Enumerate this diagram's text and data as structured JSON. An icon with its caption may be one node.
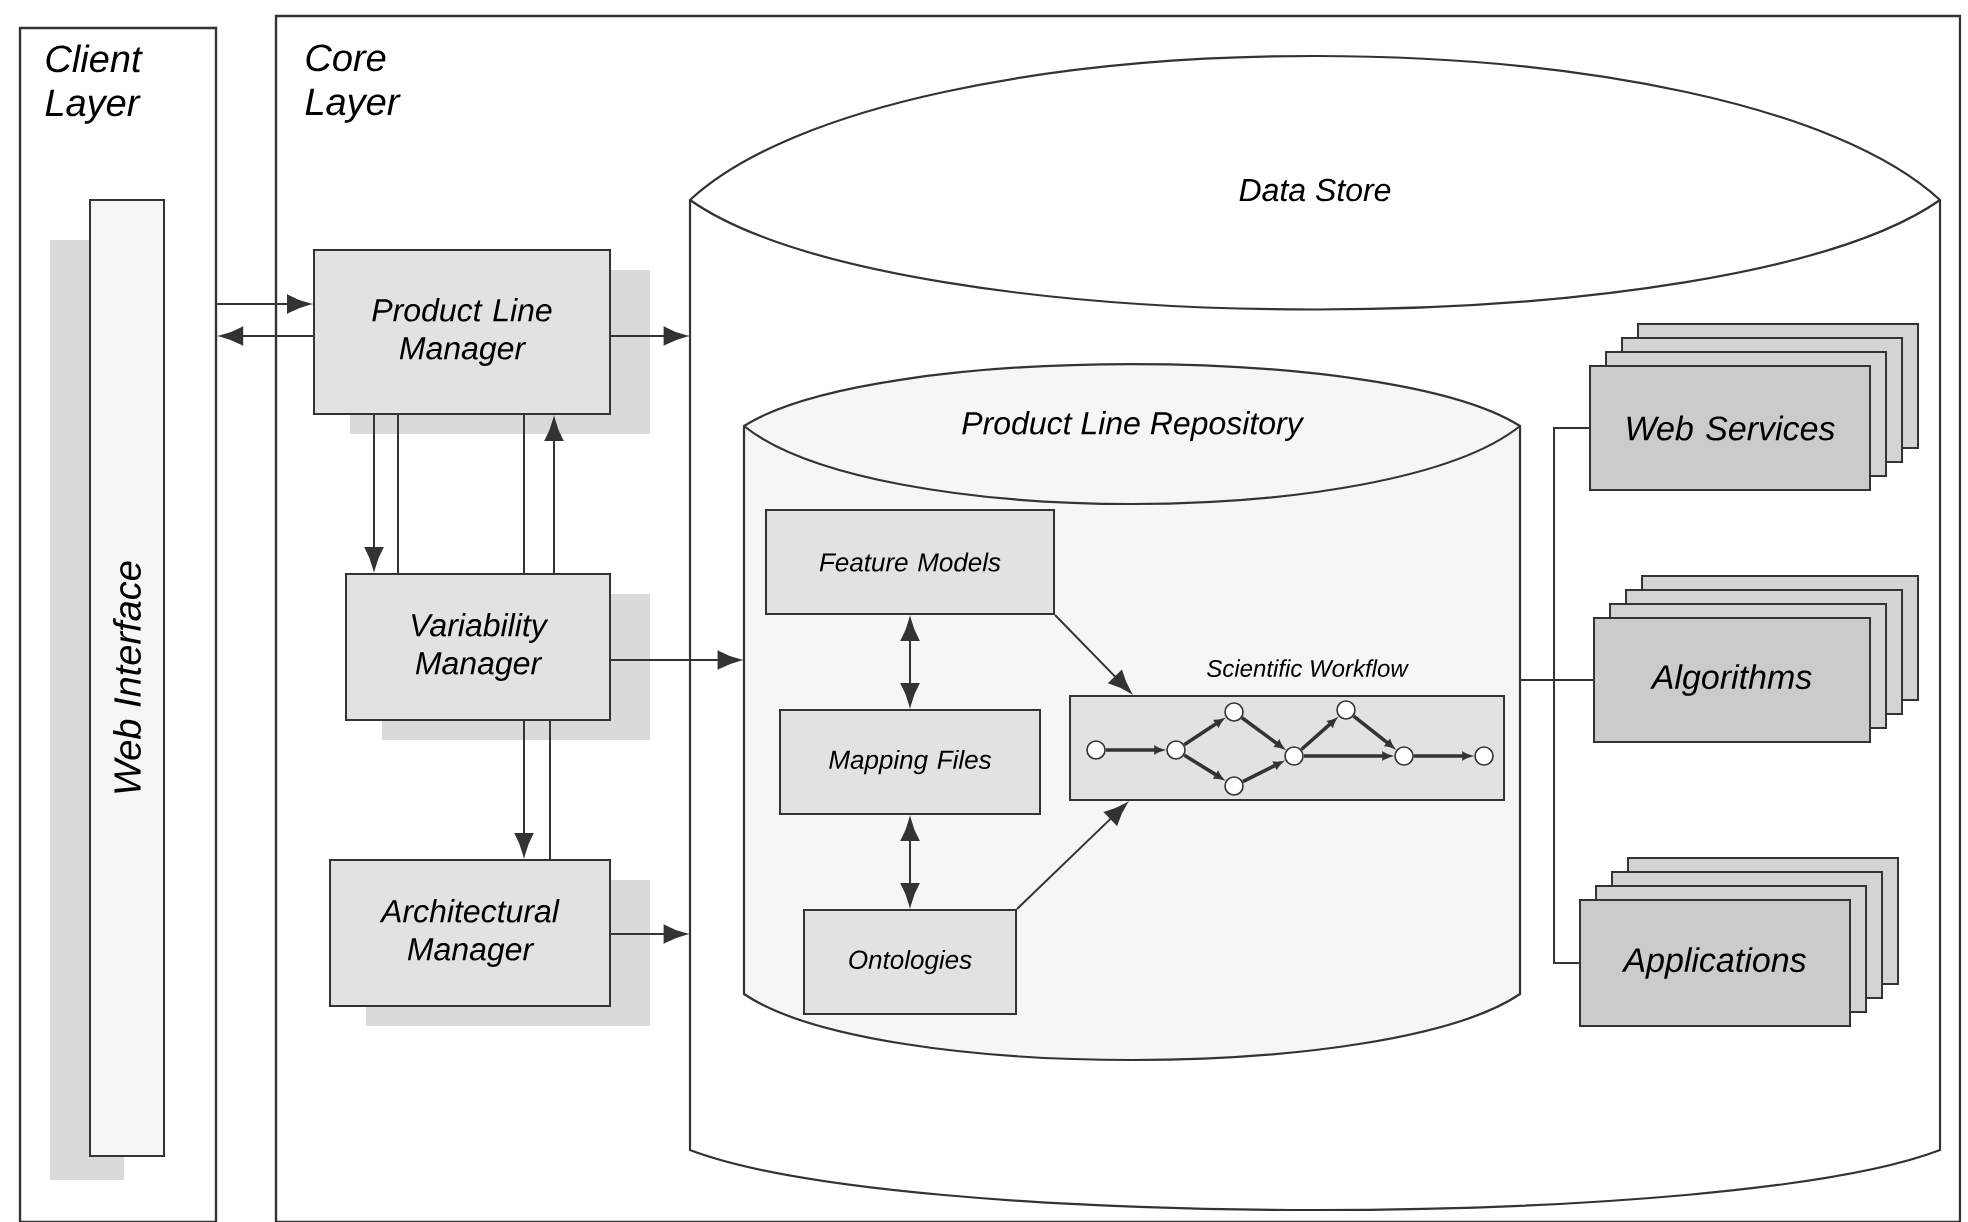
{
  "diagram": {
    "nodes": [
      {
        "text": [
          "Client Layer"
        ]
      },
      {
        "text": [
          "Web Interface"
        ],
        "in": 0
      },
      {
        "text": [
          "Core Layer"
        ]
      },
      {
        "text": [
          "Product Line Manager"
        ],
        "in": 2
      },
      {
        "text": [
          "Variability Manager"
        ],
        "in": 2
      },
      {
        "text": [
          "Architectural Manager"
        ],
        "in": 2
      },
      {
        "text": [
          "Data Store"
        ],
        "in": 2
      },
      {
        "text": [
          "Product Line Repository"
        ],
        "in": 6
      },
      {
        "text": [
          "Feature Models"
        ],
        "in": 7
      },
      {
        "text": [
          "Mapping Files"
        ],
        "in": 7
      },
      {
        "text": [
          "Ontologies"
        ],
        "in": 7
      },
      {
        "text": [
          "Scientific Workflow"
        ],
        "in": 7
      },
      {
        "text": [
          "Web Services"
        ],
        "in": 6
      },
      {
        "text": [
          "Algorithms"
        ],
        "in": 6
      },
      {
        "text": [
          "Applications"
        ],
        "in": 6
      }
    ],
    "edges": [
      {
        "from": 0,
        "to": 3,
        "arrow": "to"
      },
      {
        "from": 3,
        "to": 0,
        "arrow": "to"
      },
      {
        "from": 3,
        "to": 6,
        "arrow": "to"
      },
      {
        "from": 3,
        "to": 4,
        "arrow": "to"
      },
      {
        "from": 4,
        "to": 3,
        "arrow": "to"
      },
      {
        "from": 4,
        "to": 7,
        "arrow": "to"
      },
      {
        "from": 4,
        "to": 5,
        "arrow": "to"
      },
      {
        "from": 5,
        "to": 6,
        "arrow": "to"
      },
      {
        "from": 8,
        "to": 9,
        "arrow": "both"
      },
      {
        "from": 9,
        "to": 10,
        "arrow": "both"
      },
      {
        "from": 8,
        "to": 11,
        "arrow": "to"
      },
      {
        "from": 10,
        "to": 11,
        "arrow": "to"
      },
      {
        "from": 7,
        "to": 12,
        "arrow": "none"
      },
      {
        "from": 7,
        "to": 13,
        "arrow": "none"
      },
      {
        "from": 7,
        "to": 14,
        "arrow": "none"
      },
      {
        "from": 3,
        "to": 4,
        "arrow": "none"
      },
      {
        "from": 3,
        "to": 4,
        "arrow": "none"
      },
      {
        "from": 4,
        "to": 5,
        "arrow": "none"
      }
    ]
  }
}
